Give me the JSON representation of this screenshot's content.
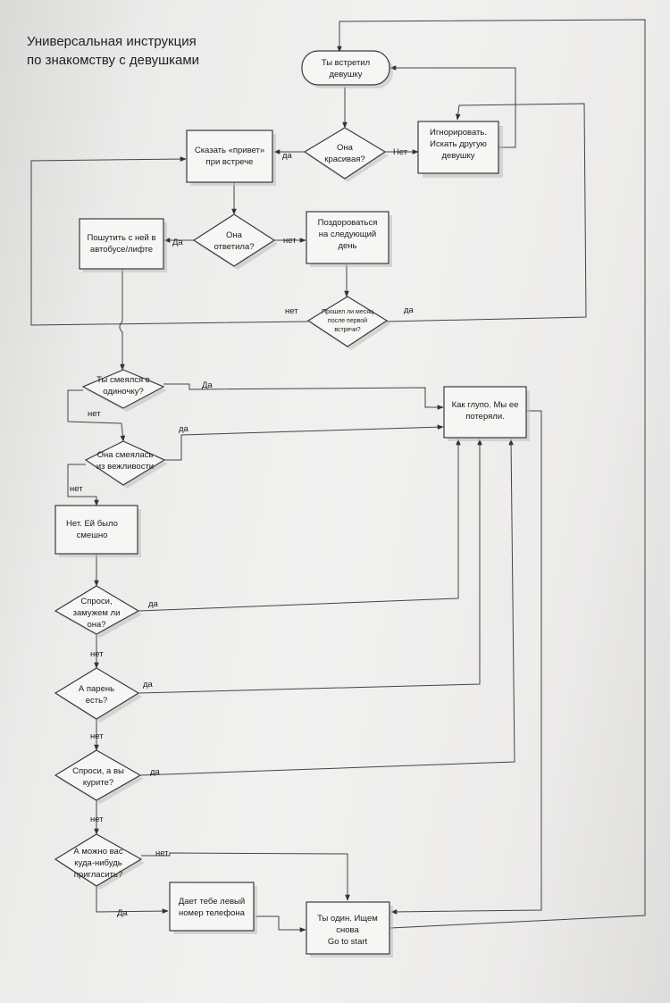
{
  "title": [
    "Универсальная инструкция",
    "по знакомству с девушками"
  ],
  "nodes": {
    "start": [
      "Ты встретил",
      "девушку"
    ],
    "beautiful": [
      "Она",
      "красивая?"
    ],
    "ignore": [
      "Игнорировать.",
      "Искать другую",
      "девушку"
    ],
    "say_hi": [
      "Сказать «привет»",
      "при встрече"
    ],
    "answered": [
      "Она",
      "ответила?"
    ],
    "greet_next": [
      "Поздороваться",
      "на следующий",
      "день"
    ],
    "joke": [
      "Пошутить с ней в",
      "автобусе/лифте"
    ],
    "month_passed": [
      "Прошел ли месяц",
      "после первой",
      "встречи?"
    ],
    "laughed_alone": [
      "Ты смеялся в",
      "одиночку?"
    ],
    "lost_her": [
      "Как глупо. Мы ее",
      "потеряли."
    ],
    "polite_laugh": [
      "Она смеялась",
      "из вежливости"
    ],
    "funny": [
      "Нет. Ей было",
      "смешно"
    ],
    "married": [
      "Спроси,",
      "замужем ли",
      "она?"
    ],
    "boyfriend": [
      "А парень",
      "есть?"
    ],
    "smoke": [
      "Спроси, а вы",
      "курите?"
    ],
    "invite": [
      "А можно вас",
      "куда-нибудь",
      "пригласить?"
    ],
    "fake_number": [
      "Дает тебе левый",
      "номер телефона"
    ],
    "alone": [
      "Ты один. Ищем",
      "снова",
      "Go to start"
    ]
  },
  "labels": {
    "beautiful_no": "Нет",
    "beautiful_yes": "да",
    "answered_yes": "Да",
    "answered_no": "нет",
    "month_no": "нет",
    "month_yes": "да",
    "laughed_yes": "Да",
    "laughed_no": "нет",
    "polite_yes": "да",
    "polite_no": "нет",
    "married_yes": "да",
    "married_no": "нет",
    "boyfriend_yes": "да",
    "boyfriend_no": "нет",
    "smoke_yes": "да",
    "smoke_no": "нет",
    "invite_no": "нет",
    "invite_yes": "Да"
  }
}
